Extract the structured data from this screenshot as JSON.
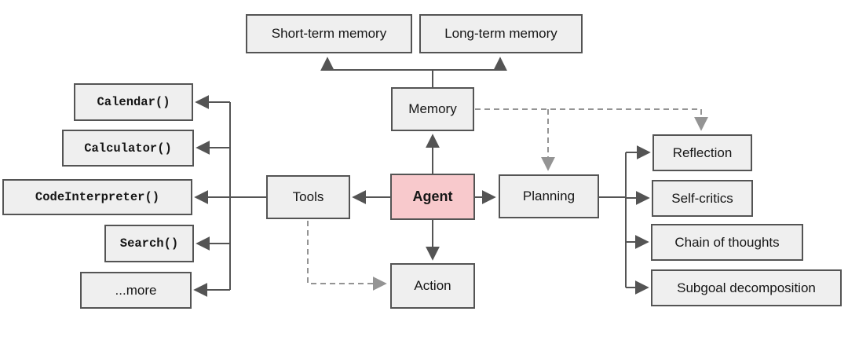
{
  "diagram": {
    "title": "Agent overview diagram",
    "nodes": {
      "short_term_memory": "Short-term memory",
      "long_term_memory": "Long-term memory",
      "memory": "Memory",
      "agent": "Agent",
      "tools": "Tools",
      "planning": "Planning",
      "action": "Action",
      "calendar": "Calendar()",
      "calculator": "Calculator()",
      "code_interpreter": "CodeInterpreter()",
      "search": "Search()",
      "more": "...more",
      "reflection": "Reflection",
      "self_critics": "Self-critics",
      "chain_of_thoughts": "Chain of thoughts",
      "subgoal_decomposition": "Subgoal decomposition"
    },
    "edges": [
      {
        "from": "memory",
        "to": "short_term_memory",
        "style": "solid"
      },
      {
        "from": "memory",
        "to": "long_term_memory",
        "style": "solid"
      },
      {
        "from": "agent",
        "to": "memory",
        "style": "solid"
      },
      {
        "from": "agent",
        "to": "tools",
        "style": "solid"
      },
      {
        "from": "agent",
        "to": "planning",
        "style": "solid"
      },
      {
        "from": "agent",
        "to": "action",
        "style": "solid"
      },
      {
        "from": "tools",
        "to": "calendar",
        "style": "solid"
      },
      {
        "from": "tools",
        "to": "calculator",
        "style": "solid"
      },
      {
        "from": "tools",
        "to": "code_interpreter",
        "style": "solid"
      },
      {
        "from": "tools",
        "to": "search",
        "style": "solid"
      },
      {
        "from": "tools",
        "to": "more",
        "style": "solid"
      },
      {
        "from": "planning",
        "to": "reflection",
        "style": "solid"
      },
      {
        "from": "planning",
        "to": "self_critics",
        "style": "solid"
      },
      {
        "from": "planning",
        "to": "chain_of_thoughts",
        "style": "solid"
      },
      {
        "from": "planning",
        "to": "subgoal_decomposition",
        "style": "solid"
      },
      {
        "from": "memory",
        "to": "planning",
        "style": "dashed"
      },
      {
        "from": "memory",
        "to": "reflection",
        "style": "dashed"
      },
      {
        "from": "tools",
        "to": "action",
        "style": "dashed"
      }
    ]
  },
  "colors": {
    "background": "#ffffff",
    "node_fill": "#efefef",
    "node_border": "#545454",
    "agent_fill": "#f8c9cc",
    "solid_connector": "#545454",
    "dashed_connector": "#949494",
    "text": "#161616"
  }
}
